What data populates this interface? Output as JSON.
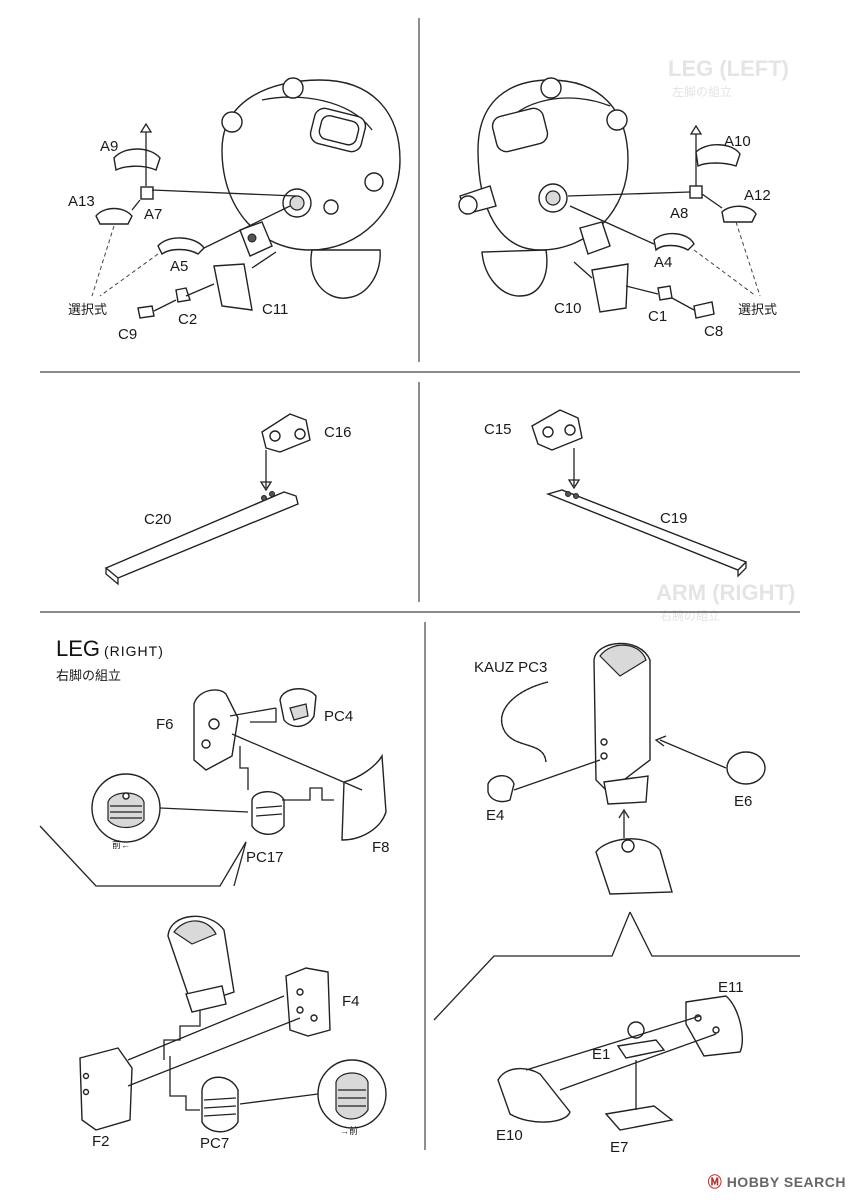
{
  "panel1": {
    "labels": {
      "a9": "A9",
      "a13": "A13",
      "a7": "A7",
      "a5": "A5",
      "c11": "C11",
      "c2": "C2",
      "c9": "C9",
      "optional": "選択式"
    }
  },
  "panel2": {
    "labels": {
      "a10": "A10",
      "a12": "A12",
      "a8": "A8",
      "a4": "A4",
      "c10": "C10",
      "c1": "C1",
      "c8": "C8",
      "optional": "選択式"
    }
  },
  "panel3": {
    "labels": {
      "c16": "C16",
      "c20": "C20"
    }
  },
  "panel4": {
    "labels": {
      "c15": "C15",
      "c19": "C19"
    }
  },
  "panel5": {
    "title": "LEG",
    "title_sub": "(RIGHT)",
    "subtitle": "右脚の組立",
    "labels": {
      "f6": "F6",
      "pc4": "PC4",
      "pc17": "PC17",
      "f8": "F8",
      "f4": "F4",
      "f2": "F2",
      "pc7": "PC7",
      "front_left": "前←",
      "front_right": "→前"
    }
  },
  "panel6": {
    "labels": {
      "kauz_pc3": "KAUZ PC3",
      "e4": "E4",
      "e6": "E6",
      "e11": "E11",
      "e1": "E1",
      "e10": "E10",
      "e7": "E7"
    }
  },
  "ghost_text": {
    "leg_left": "LEG (LEFT)",
    "leg_left_sub": "左脚の組立",
    "arm_right": "ARM (RIGHT)",
    "arm_right_sub": "右腕の組立"
  },
  "watermark": {
    "symbol": "Ⓜ",
    "text": "HOBBY SEARCH"
  }
}
